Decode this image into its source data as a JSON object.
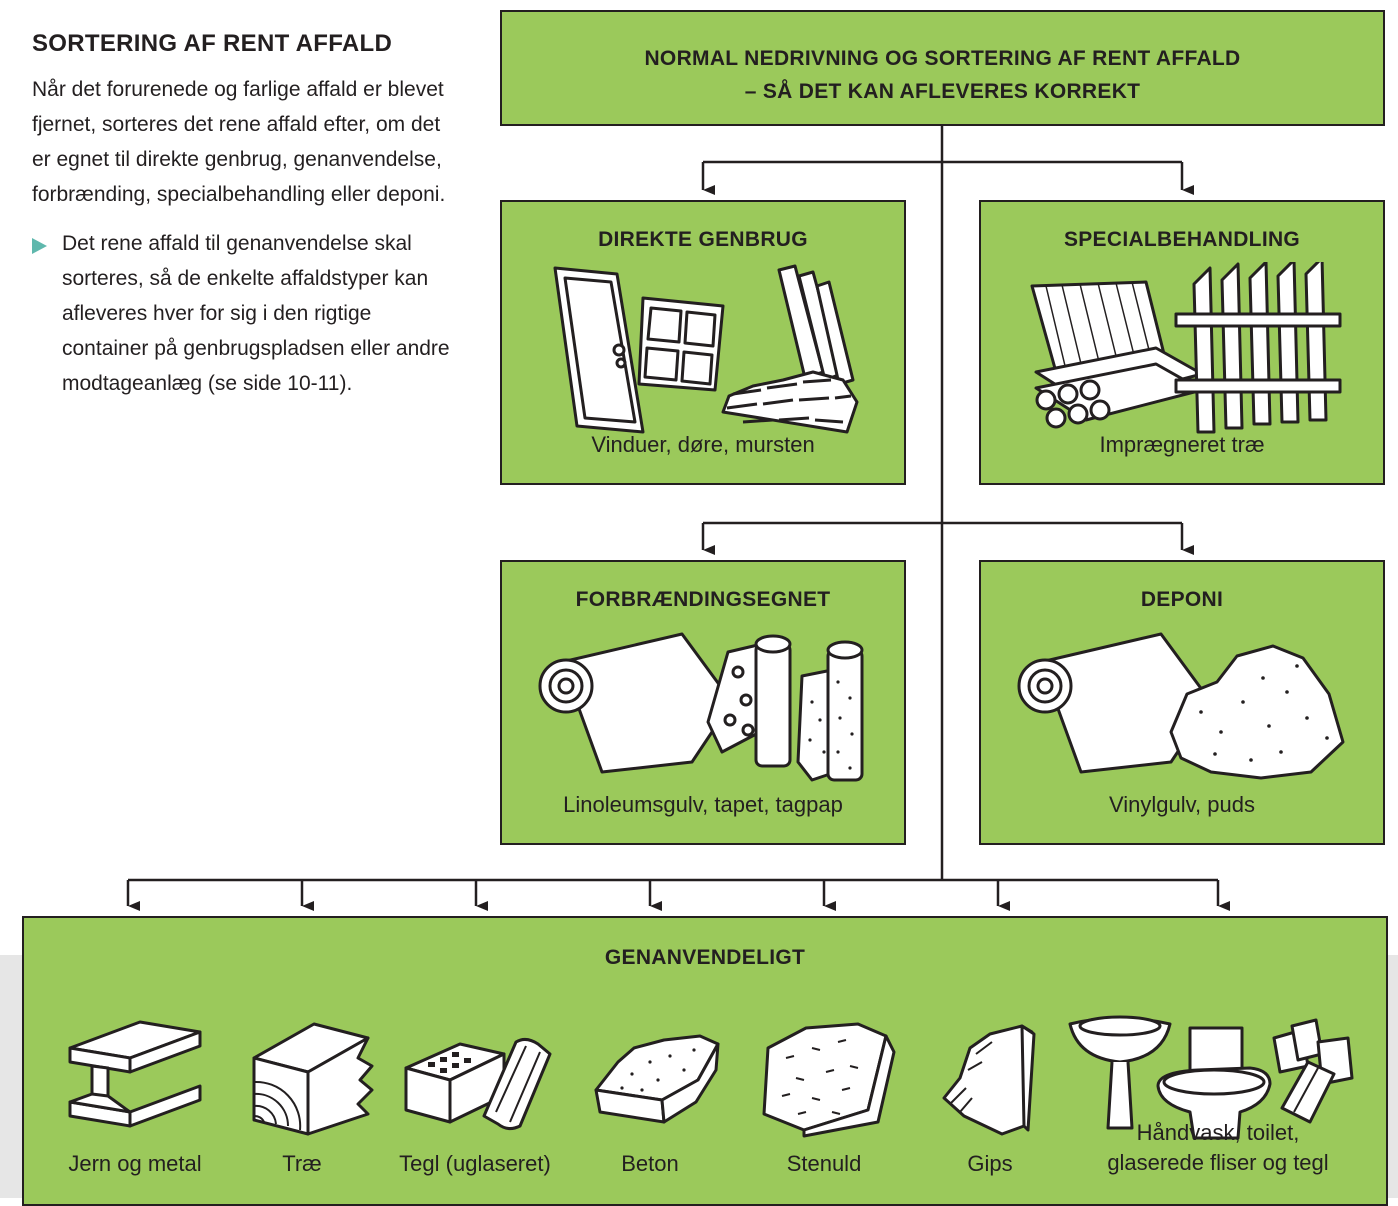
{
  "intro": {
    "heading": "SORTERING AF RENT AFFALD",
    "body": "Når det forurenede og farlige affald er blevet fjernet, sorteres det rene affald efter, om det er egnet til direkte genbrug, genanvendelse, forbrænding, specialbehandling eller deponi.",
    "bullet": "Det rene affald til genanvendelse skal sorteres, så de enkelte affaldstyper kan afleveres hver for sig i den rigtige container på genbrugspladsen eller andre modtageanlæg (se side 10-11)."
  },
  "top_box": {
    "line1": "NORMAL NEDRIVNING OG SORTERING AF RENT AFFALD",
    "line2": "– SÅ DET KAN AFLEVERES KORREKT"
  },
  "categories": [
    {
      "title": "DIREKTE GENBRUG",
      "caption": "Vinduer, døre, mursten"
    },
    {
      "title": "SPECIALBEHANDLING",
      "caption": "Imprægneret træ"
    },
    {
      "title": "FORBRÆNDINGSEGNET",
      "caption": "Linoleumsgulv, tapet, tagpap"
    },
    {
      "title": "DEPONI",
      "caption": "Vinylgulv, puds"
    }
  ],
  "recycling": {
    "title": "GENANVENDELIGT",
    "items": [
      {
        "label": "Jern og metal",
        "icon": "steel-beam-icon"
      },
      {
        "label": "Træ",
        "icon": "wood-block-icon"
      },
      {
        "label": "Tegl (uglaseret)",
        "icon": "brick-tile-icon"
      },
      {
        "label": "Beton",
        "icon": "concrete-slab-icon"
      },
      {
        "label": "Stenuld",
        "icon": "stone-wool-icon"
      },
      {
        "label": "Gips",
        "icon": "gypsum-board-icon"
      },
      {
        "label_line1": "Håndvask, toilet,",
        "label_line2": "glaserede fliser og tegl",
        "icon": "sink-toilet-tiles-icon"
      }
    ]
  },
  "colors": {
    "box_green": "#9bc95b",
    "bullet_teal": "#5fb8ad",
    "outline": "#231f20",
    "band_grey": "#e6e6e6"
  }
}
